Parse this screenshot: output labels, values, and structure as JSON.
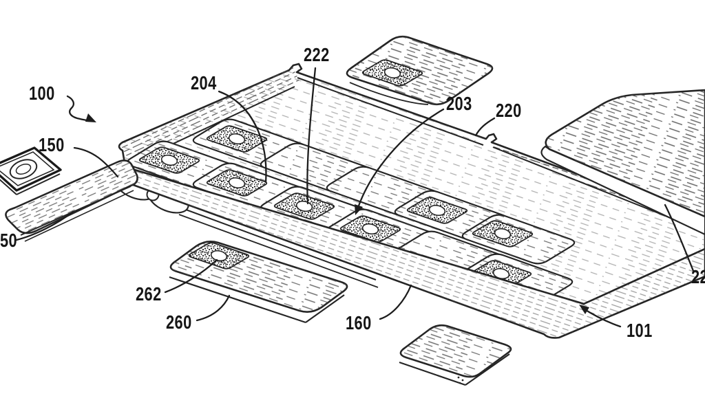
{
  "colors": {
    "background": "#ffffff",
    "ink": "#252525",
    "hatch": "#4a4a4a"
  },
  "reference_labels": {
    "n100": "100",
    "n150": "150",
    "n204": "204",
    "n222": "222",
    "n203": "203",
    "n220": "220",
    "n262": "262",
    "n260": "260",
    "n160": "160",
    "n101": "101",
    "n250_clipped": "50",
    "n22x_clipped": "22"
  }
}
